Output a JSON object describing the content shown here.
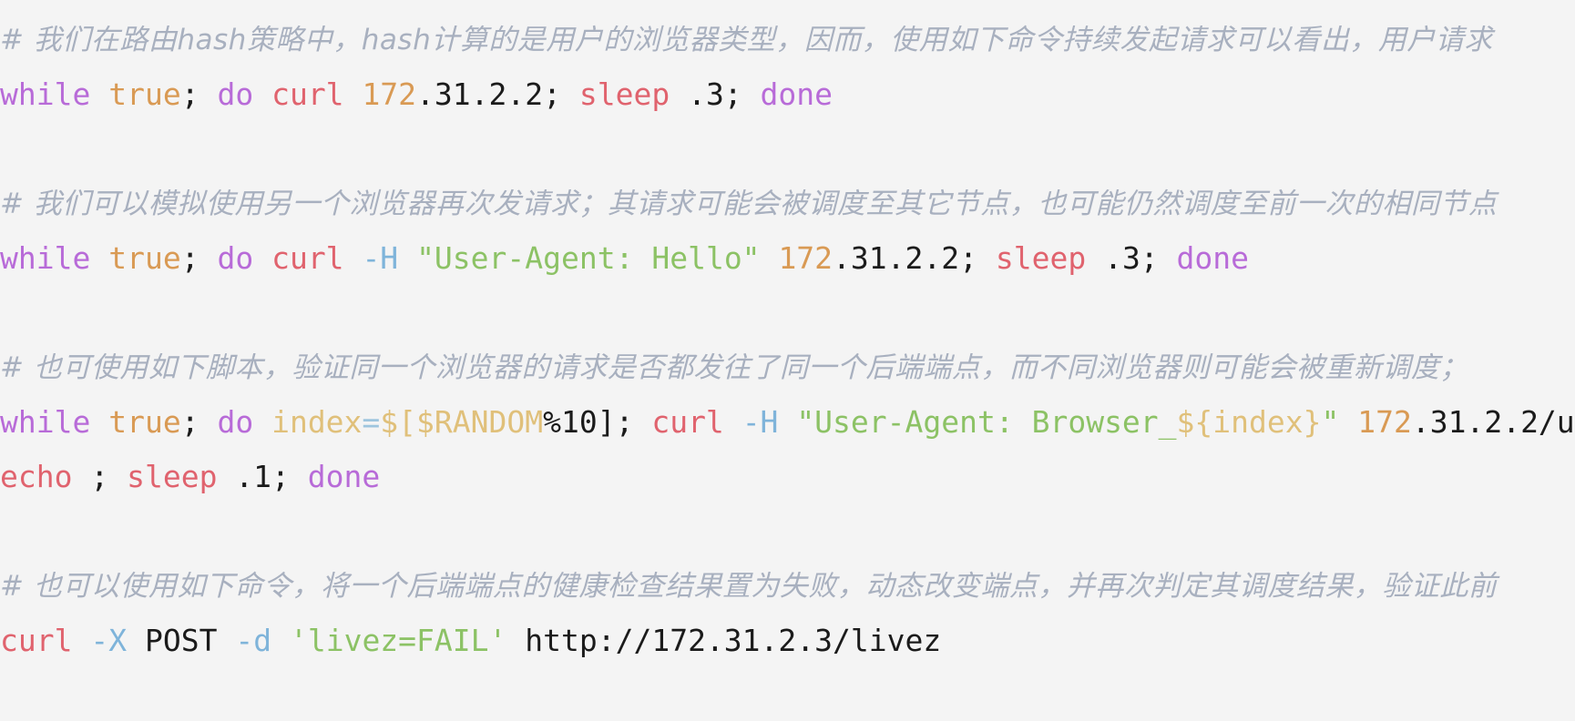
{
  "document": {
    "type": "bash-code-snippet",
    "background_color": "#f4f4f4",
    "palette": {
      "comment": "#a8b0bf",
      "keyword": "#b86bd8",
      "boolean": "#d99a54",
      "command": "#e0636e",
      "flag": "#7fb4da",
      "string": "#8cc265",
      "number": "#d99a54",
      "variable": "#e0c07a",
      "operator": "#9ec5de",
      "plain": "#1b1b1b"
    }
  },
  "blocks": [
    {
      "id": "block-1",
      "comment": "# 我们在路由hash策略中，hash计算的是用户的浏览器类型，因而，使用如下命令持续发起请求可以看出，用户请求",
      "code_lines": [
        {
          "id": "line-1",
          "tokens": [
            {
              "t": "while",
              "c": "tok-kw"
            },
            {
              "t": " ",
              "c": "tok-plain"
            },
            {
              "t": "true",
              "c": "tok-bool"
            },
            {
              "t": "; ",
              "c": "tok-plain"
            },
            {
              "t": "do",
              "c": "tok-kw"
            },
            {
              "t": " ",
              "c": "tok-plain"
            },
            {
              "t": "curl",
              "c": "tok-cmd"
            },
            {
              "t": " ",
              "c": "tok-plain"
            },
            {
              "t": "172",
              "c": "tok-num"
            },
            {
              "t": ".31.2.2; ",
              "c": "tok-plain"
            },
            {
              "t": "sleep",
              "c": "tok-cmd"
            },
            {
              "t": " .3; ",
              "c": "tok-plain"
            },
            {
              "t": "done",
              "c": "tok-kw"
            }
          ]
        }
      ]
    },
    {
      "id": "block-2",
      "comment": "# 我们可以模拟使用另一个浏览器再次发请求；其请求可能会被调度至其它节点，也可能仍然调度至前一次的相同节点",
      "code_lines": [
        {
          "id": "line-2",
          "tokens": [
            {
              "t": "while",
              "c": "tok-kw"
            },
            {
              "t": " ",
              "c": "tok-plain"
            },
            {
              "t": "true",
              "c": "tok-bool"
            },
            {
              "t": "; ",
              "c": "tok-plain"
            },
            {
              "t": "do",
              "c": "tok-kw"
            },
            {
              "t": " ",
              "c": "tok-plain"
            },
            {
              "t": "curl",
              "c": "tok-cmd"
            },
            {
              "t": " ",
              "c": "tok-plain"
            },
            {
              "t": "-H",
              "c": "tok-flag"
            },
            {
              "t": " ",
              "c": "tok-plain"
            },
            {
              "t": "\"User-Agent: Hello\"",
              "c": "tok-str"
            },
            {
              "t": " ",
              "c": "tok-plain"
            },
            {
              "t": "172",
              "c": "tok-num"
            },
            {
              "t": ".31.2.2; ",
              "c": "tok-plain"
            },
            {
              "t": "sleep",
              "c": "tok-cmd"
            },
            {
              "t": " .3; ",
              "c": "tok-plain"
            },
            {
              "t": "done",
              "c": "tok-kw"
            }
          ]
        }
      ]
    },
    {
      "id": "block-3",
      "comment": "# 也可使用如下脚本，验证同一个浏览器的请求是否都发往了同一个后端端点，而不同浏览器则可能会被重新调度；",
      "code_lines": [
        {
          "id": "line-3",
          "tokens": [
            {
              "t": "while",
              "c": "tok-kw"
            },
            {
              "t": " ",
              "c": "tok-plain"
            },
            {
              "t": "true",
              "c": "tok-bool"
            },
            {
              "t": "; ",
              "c": "tok-plain"
            },
            {
              "t": "do",
              "c": "tok-kw"
            },
            {
              "t": " ",
              "c": "tok-plain"
            },
            {
              "t": "index",
              "c": "tok-var"
            },
            {
              "t": "=",
              "c": "tok-op"
            },
            {
              "t": "$[$RANDOM",
              "c": "tok-var"
            },
            {
              "t": "%10]; ",
              "c": "tok-plain"
            },
            {
              "t": "curl",
              "c": "tok-cmd"
            },
            {
              "t": " ",
              "c": "tok-plain"
            },
            {
              "t": "-H",
              "c": "tok-flag"
            },
            {
              "t": " ",
              "c": "tok-plain"
            },
            {
              "t": "\"User-Agent: Browser_",
              "c": "tok-str"
            },
            {
              "t": "${index}",
              "c": "tok-var"
            },
            {
              "t": "\"",
              "c": "tok-str"
            },
            {
              "t": " ",
              "c": "tok-plain"
            },
            {
              "t": "172",
              "c": "tok-num"
            },
            {
              "t": ".31.2.2/u",
              "c": "tok-plain"
            }
          ]
        },
        {
          "id": "line-4",
          "tokens": [
            {
              "t": "echo",
              "c": "tok-cmd"
            },
            {
              "t": " ; ",
              "c": "tok-plain"
            },
            {
              "t": "sleep",
              "c": "tok-cmd"
            },
            {
              "t": " .1; ",
              "c": "tok-plain"
            },
            {
              "t": "done",
              "c": "tok-kw"
            }
          ]
        }
      ]
    },
    {
      "id": "block-4",
      "comment": "# 也可以使用如下命令，将一个后端端点的健康检查结果置为失败，动态改变端点，并再次判定其调度结果，验证此前",
      "code_lines": [
        {
          "id": "line-5",
          "tokens": [
            {
              "t": "curl",
              "c": "tok-cmd"
            },
            {
              "t": " ",
              "c": "tok-plain"
            },
            {
              "t": "-X",
              "c": "tok-flag"
            },
            {
              "t": " ",
              "c": "tok-plain"
            },
            {
              "t": "POST",
              "c": "tok-const"
            },
            {
              "t": " ",
              "c": "tok-plain"
            },
            {
              "t": "-d",
              "c": "tok-flag"
            },
            {
              "t": " ",
              "c": "tok-plain"
            },
            {
              "t": "'livez=FAIL'",
              "c": "tok-str2"
            },
            {
              "t": " ",
              "c": "tok-plain"
            },
            {
              "t": "http://172.31.2.3/livez",
              "c": "tok-plain"
            }
          ]
        }
      ]
    }
  ]
}
